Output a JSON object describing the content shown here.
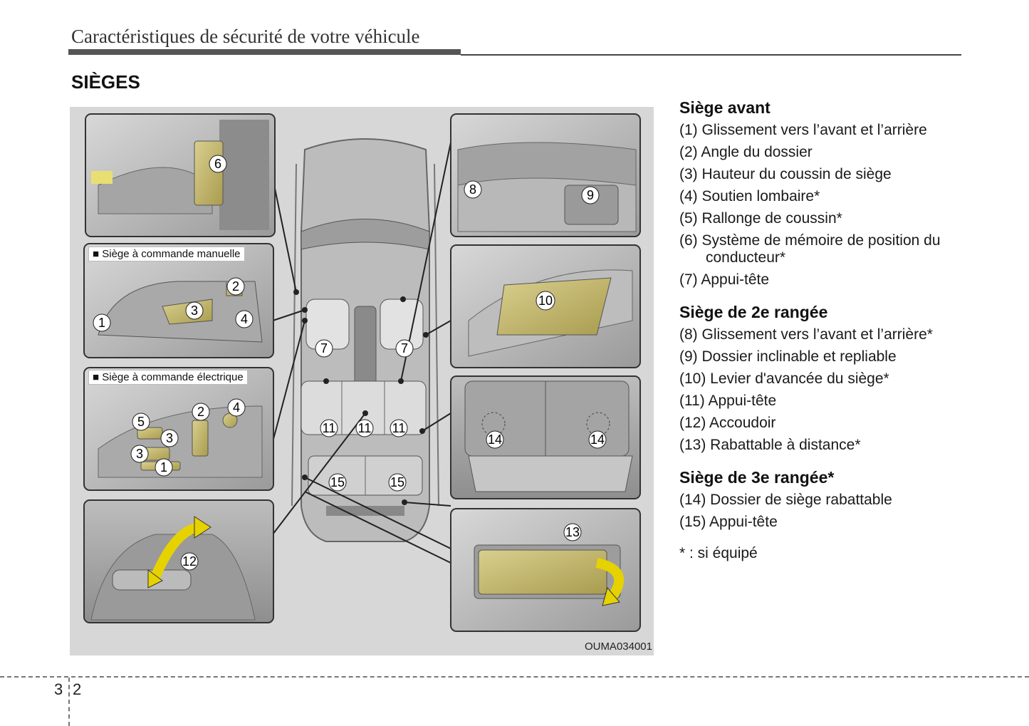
{
  "header": {
    "title": "Caractéristiques de sécurité de votre véhicule"
  },
  "section": {
    "title": "SIÈGES"
  },
  "figure": {
    "code": "OUMA034001",
    "label_manual": "■ Siège à commande manuelle",
    "label_electric": "■ Siège à commande électrique",
    "callouts": [
      "1",
      "2",
      "3",
      "4",
      "5",
      "6",
      "7",
      "8",
      "9",
      "10",
      "11",
      "12",
      "13",
      "14",
      "15"
    ],
    "highlight_color": "#c9bd78"
  },
  "legend": {
    "front": {
      "title": "Siège avant",
      "items": [
        "(1) Glissement vers l’avant et l’arrière",
        "(2) Angle du dossier",
        "(3) Hauteur du coussin de siège",
        "(4) Soutien lombaire*",
        "(5) Rallonge de coussin*",
        "(6) Système de mémoire de position du conducteur*",
        "(7) Appui-tête"
      ]
    },
    "second": {
      "title": "Siège de 2e rangée",
      "items": [
        "(8) Glissement vers l’avant et l’arrière*",
        "(9) Dossier inclinable et repliable",
        "(10) Levier d'avancée du siège*",
        "(11) Appui-tête",
        "(12) Accoudoir",
        "(13) Rabattable à distance*"
      ]
    },
    "third": {
      "title": "Siège de 3e rangée*",
      "items": [
        "(14) Dossier de siège rabattable",
        "(15) Appui-tête"
      ]
    },
    "footnote": "* : si équipé"
  },
  "page": {
    "section_num": "3",
    "page_num": "2"
  }
}
